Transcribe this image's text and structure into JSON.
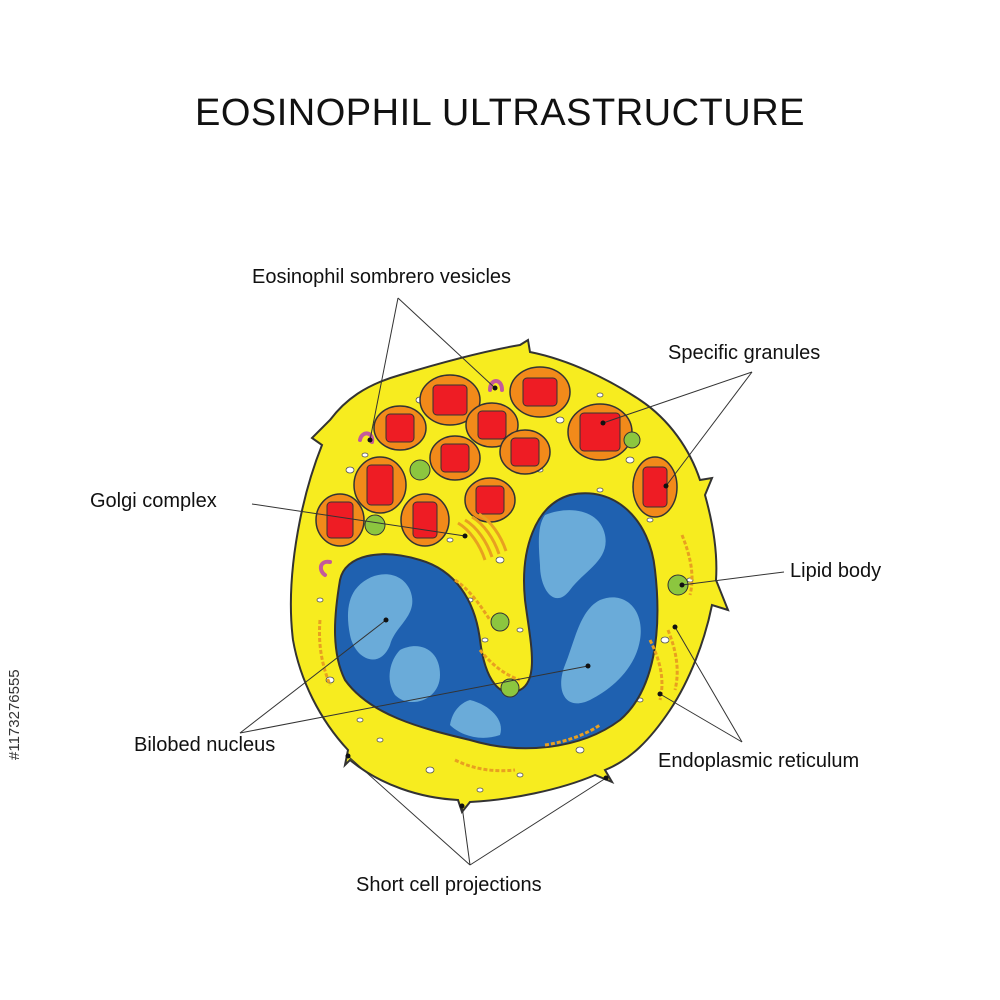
{
  "title": "EOSINOPHIL ULTRASTRUCTURE",
  "labels": {
    "sombrero": "Eosinophil sombrero vesicles",
    "specific": "Specific granules",
    "golgi": "Golgi complex",
    "lipid": "Lipid body",
    "nucleus": "Bilobed nucleus",
    "er": "Endoplasmic reticulum",
    "projections": "Short cell projections"
  },
  "stock_id": "#1173276555",
  "colors": {
    "cytoplasm": "#f7ec1f",
    "nucleus_dark": "#1f61b0",
    "nucleus_light": "#6aabd9",
    "granule_outer": "#f28a1a",
    "granule_core": "#ee1c24",
    "lipid": "#8cc63f",
    "vesicle": "#c45a9a",
    "er": "#e8a020"
  }
}
